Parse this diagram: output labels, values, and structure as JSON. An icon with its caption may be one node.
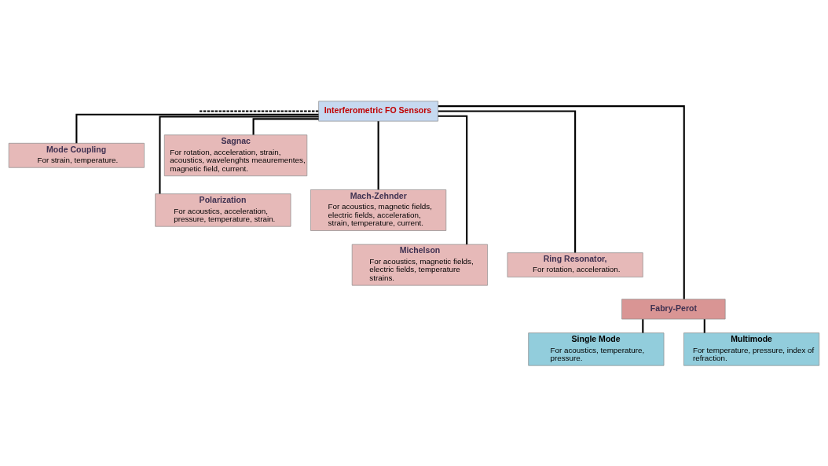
{
  "diagram": {
    "nodes": [
      {
        "text": [
          "Interferometric FO Sensors"
        ]
      },
      {
        "text": [
          "Mode Coupling",
          "For strain, temperature."
        ]
      },
      {
        "text": [
          "Sagnac",
          "For rotation, acceleration, strain, acoustics, wavelenghts meaurementes, magnetic field, current."
        ]
      },
      {
        "text": [
          "Polarization",
          "For acoustics, acceleration, pressure, temperature, strain."
        ]
      },
      {
        "text": [
          "Mach-Zehnder",
          "For acoustics, magnetic fields, electric fields, acceleration, strain, temperature, current."
        ]
      },
      {
        "text": [
          "Michelson",
          "For acoustics, magnetic fields, electric fields, temperature strains."
        ]
      },
      {
        "text": [
          "Ring Resonator,",
          "For rotation, acceleration."
        ]
      },
      {
        "text": [
          "Fabry-Perot"
        ]
      },
      {
        "text": [
          "Single Mode",
          "For acoustics, temperature, pressure."
        ]
      },
      {
        "text": [
          "Multimode",
          "For temperature, pressure, index of refraction."
        ]
      }
    ],
    "edges": [
      {
        "from": null,
        "to": 0,
        "arrow": "none",
        "style": "dashed"
      },
      {
        "from": 0,
        "to": 1,
        "arrow": "none"
      },
      {
        "from": 0,
        "to": 2,
        "arrow": "none"
      },
      {
        "from": 0,
        "to": 3,
        "arrow": "none"
      },
      {
        "from": 0,
        "to": 4,
        "arrow": "none"
      },
      {
        "from": 0,
        "to": 5,
        "arrow": "none"
      },
      {
        "from": 0,
        "to": 6,
        "arrow": "none"
      },
      {
        "from": 0,
        "to": 7,
        "arrow": "none"
      },
      {
        "from": 7,
        "to": 8,
        "arrow": "none"
      },
      {
        "from": 7,
        "to": 9,
        "arrow": "none"
      }
    ]
  }
}
